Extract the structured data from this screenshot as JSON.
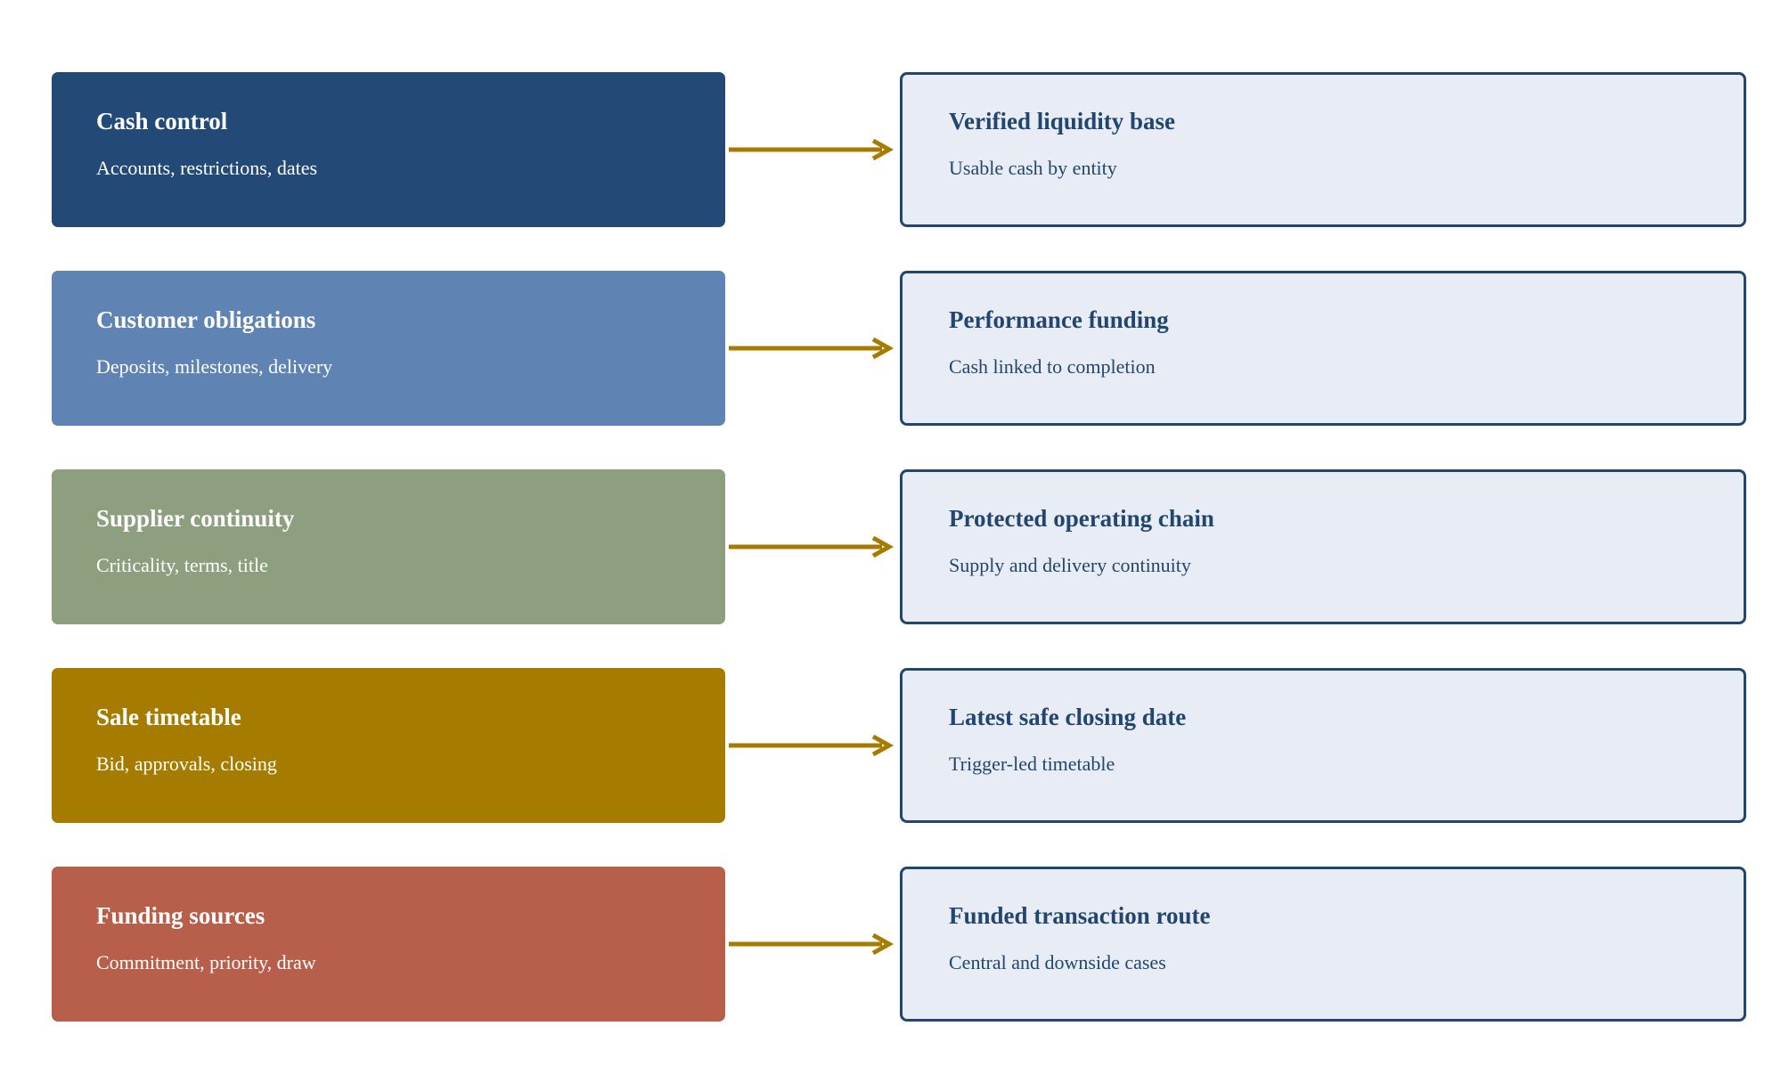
{
  "rows": [
    {
      "source": {
        "title": "Cash control",
        "subtitle": "Accounts, restrictions, dates",
        "color": "#234a76"
      },
      "target": {
        "title": "Verified liquidity base",
        "subtitle": "Usable cash by entity"
      }
    },
    {
      "source": {
        "title": "Customer obligations",
        "subtitle": "Deposits, milestones, delivery",
        "color": "#5f83b3"
      },
      "target": {
        "title": "Performance funding",
        "subtitle": "Cash linked to completion"
      }
    },
    {
      "source": {
        "title": "Supplier continuity",
        "subtitle": "Criticality, terms, title",
        "color": "#8d9f7e"
      },
      "target": {
        "title": "Protected operating chain",
        "subtitle": "Supply and delivery continuity"
      }
    },
    {
      "source": {
        "title": "Sale timetable",
        "subtitle": "Bid, approvals, closing",
        "color": "#a67c00"
      },
      "target": {
        "title": "Latest safe closing date",
        "subtitle": "Trigger-led timetable"
      }
    },
    {
      "source": {
        "title": "Funding sources",
        "subtitle": "Commitment, priority, draw",
        "color": "#b75f4b"
      },
      "target": {
        "title": "Funded transaction route",
        "subtitle": "Central and downside cases"
      }
    }
  ],
  "colors": {
    "target_border": "#22466f",
    "target_fill": "#e8edf5",
    "arrow": "#a67c00"
  }
}
